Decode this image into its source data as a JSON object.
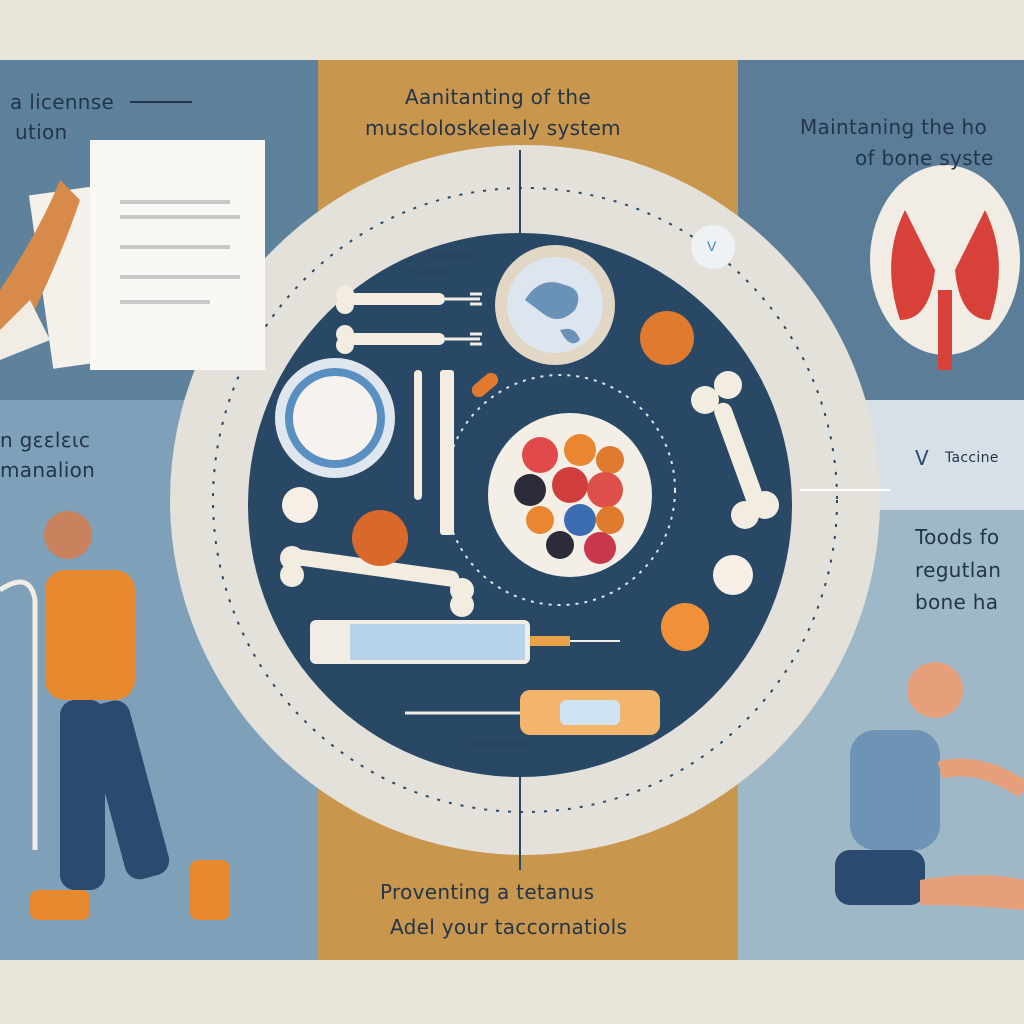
{
  "top_left": {
    "line1": "a licennse",
    "line2": "ution"
  },
  "mid_left": {
    "line1": "n gεεlειc",
    "line2": "manalion"
  },
  "center_top": {
    "line1": "Aanitanting of the",
    "line2": "muscloloskelealy system"
  },
  "center_labels": {
    "nutrition_line1": "Turtional",
    "nutrition_line2": "nutrition",
    "vaccination": "Vaccination",
    "check_mark": "V"
  },
  "center_bottom": {
    "line1": "Proventing a tetanus",
    "line2": "Adel your taccornatiols"
  },
  "top_right": {
    "line1": "Maintaning the ho",
    "line2": "of bone syste"
  },
  "right_mid": {
    "check": "V",
    "label": "Taccine"
  },
  "right_text": {
    "line1": "Toods fo",
    "line2": "regutlan",
    "line3": "bone ha"
  },
  "colors": {
    "teal_blue": "#5c7d98",
    "mustard": "#c9964e",
    "cream": "#e9e4da",
    "navy": "#294866",
    "orange": "#e07a2e"
  }
}
